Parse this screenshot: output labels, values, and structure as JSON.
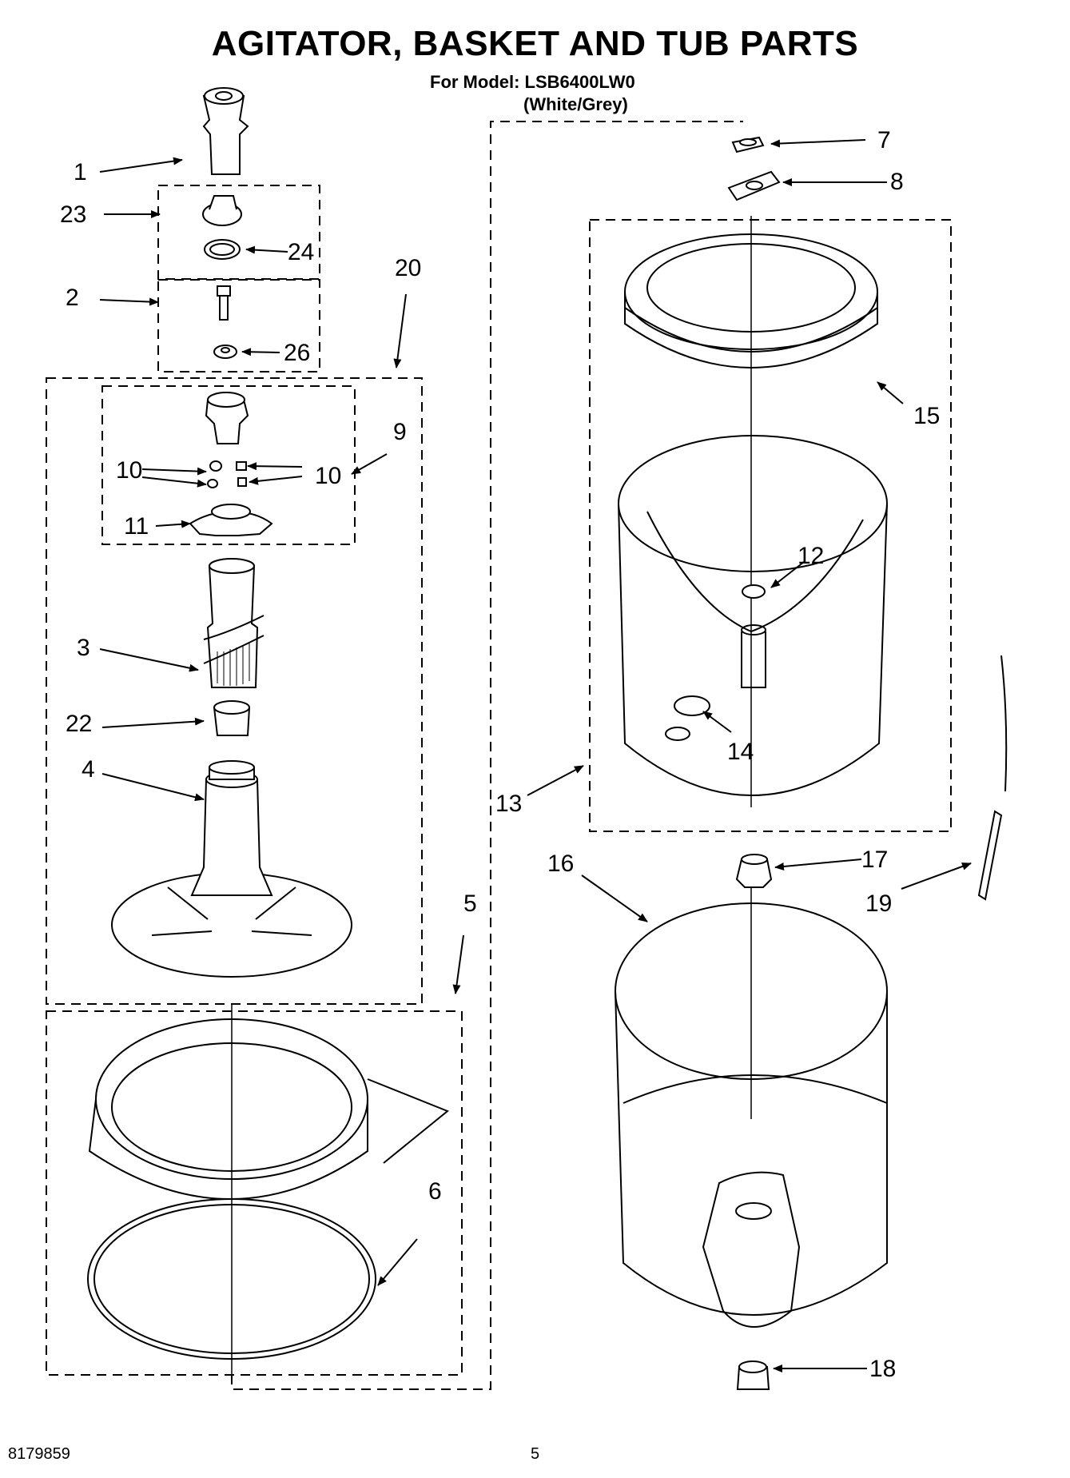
{
  "title": "AGITATOR, BASKET AND TUB PARTS",
  "model_line": "For Model: LSB6400LW0",
  "color_line": "(White/Grey)",
  "doc_number": "8179859",
  "page_number": "5",
  "callouts": [
    "1",
    "23",
    "24",
    "2",
    "26",
    "20",
    "9",
    "10",
    "10",
    "11",
    "3",
    "22",
    "4",
    "5",
    "6",
    "7",
    "8",
    "15",
    "12",
    "14",
    "13",
    "16",
    "17",
    "19",
    "18"
  ]
}
